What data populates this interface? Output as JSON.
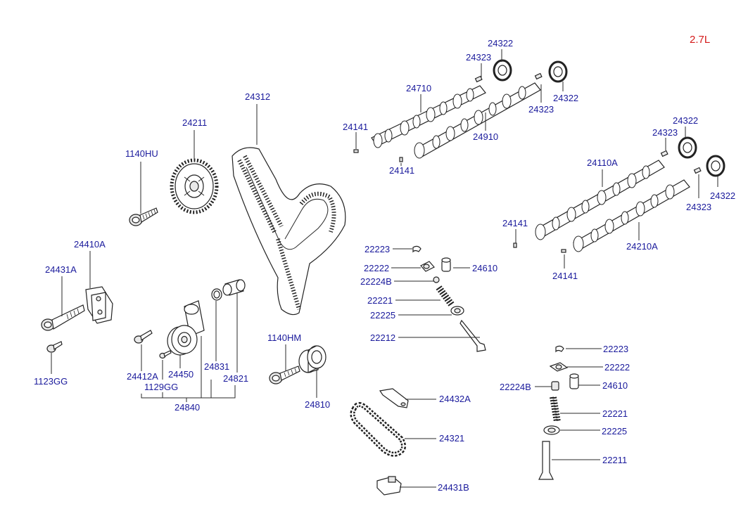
{
  "engine_label": "2.7L",
  "labels": {
    "l24322_a": "24322",
    "l24323_a": "24323",
    "l24710": "24710",
    "l24322_b": "24322",
    "l24323_b": "24323",
    "l24141_a": "24141",
    "l24910": "24910",
    "l24141_b": "24141",
    "l24312": "24312",
    "l24211": "24211",
    "l1140hu": "1140HU",
    "l24410a": "24410A",
    "l24431a": "24431A",
    "l1123gg": "1123GG",
    "l24322_c": "24322",
    "l24323_c": "24323",
    "l24110a": "24110A",
    "l24322_d": "24322",
    "l24323_d": "24323",
    "l24141_c": "24141",
    "l24210a": "24210A",
    "l24141_d": "24141",
    "l22223_a": "22223",
    "l22222_a": "22222",
    "l24610_a": "24610",
    "l22224b_a": "22224B",
    "l22221_a": "22221",
    "l22225_a": "22225",
    "l22212": "22212",
    "l1140hm": "1140HM",
    "l24412a": "24412A",
    "l1129gg": "1129GG",
    "l24450": "24450",
    "l24831": "24831",
    "l24821": "24821",
    "l24840": "24840",
    "l24810": "24810",
    "l22223_b": "22223",
    "l22222_b": "22222",
    "l22224b_b": "22224B",
    "l24610_b": "24610",
    "l22221_b": "22221",
    "l22225_b": "22225",
    "l22211": "22211",
    "l24432a": "24432A",
    "l24321": "24321",
    "l24431b": "24431B"
  }
}
